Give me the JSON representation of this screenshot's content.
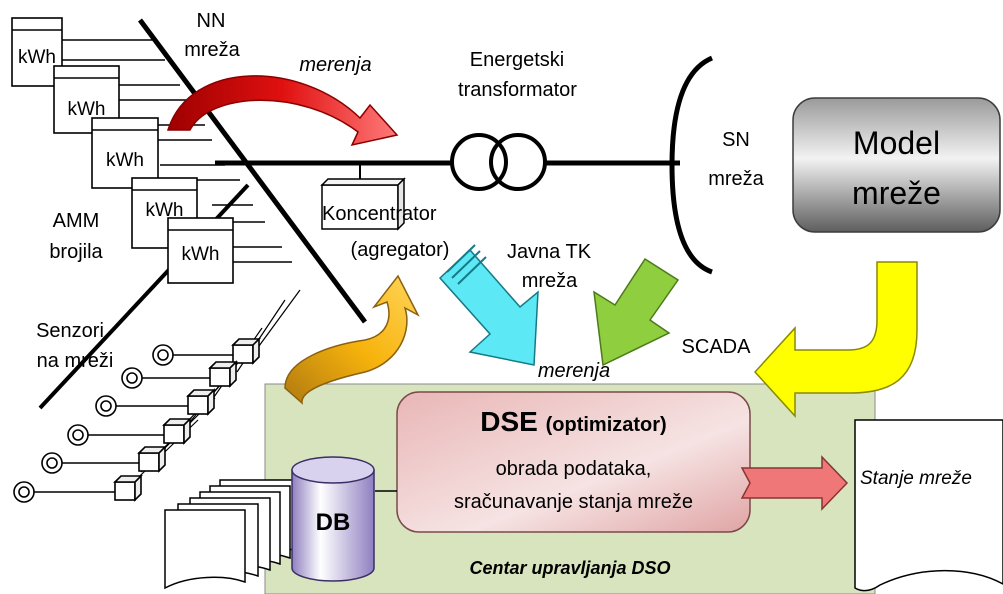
{
  "labels": {
    "nn": "NN",
    "nn_mreza": "mreža",
    "merenja_top": "merenja",
    "energetski": "Energetski",
    "transformator": "transformator",
    "sn": "SN",
    "sn_mreza": "mreža",
    "model_line1": "Model",
    "model_line2": "mreže",
    "meter_kwh": "kWh",
    "amm": "AMM",
    "brojila": "brojila",
    "koncentrator": "Koncentrator",
    "agregator": "(agregator)",
    "javna_tk": "Javna TK",
    "javna_mreza": "mreža",
    "senzori": "Senzori",
    "na_mrezi": "na mreži",
    "scada": "SCADA",
    "merenja_bottom": "merenja",
    "dse_bold": "DSE",
    "dse_rest": "(optimizator)",
    "obrada": "obrada podataka,",
    "racunanje": "sračunavanje stanja mreže",
    "db": "DB",
    "stanje": "Stanje mreže",
    "centar": "Centar upravljanja DSO"
  },
  "colors": {
    "red_arrow": "#d81e1e",
    "cyan_arrow": "#5de8f5",
    "green_arrow": "#8fce3e",
    "yellow_arrow": "#ffff00",
    "orange_arrow": "#f7b30c",
    "pink_arrow": "#ef7777",
    "control_center": "#d7e4bd",
    "dse_box": "#e2aaaa",
    "db_cylinder": "#b4a7d6"
  }
}
